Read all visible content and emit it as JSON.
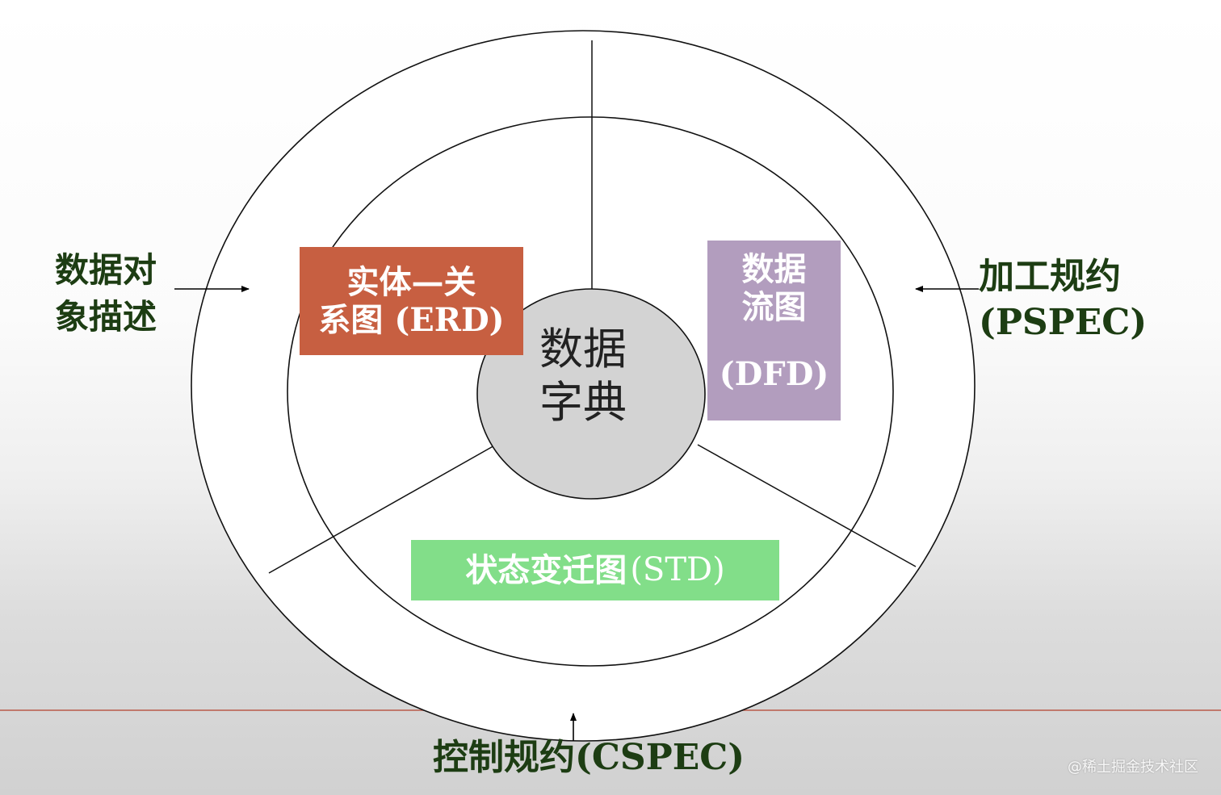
{
  "diagram": {
    "center": {
      "line1": "数据",
      "line2": "字典"
    },
    "inner_sections": {
      "erd": {
        "line1": "实体—关",
        "line2": "系图 (ERD)",
        "color": "#c75f41"
      },
      "dfd": {
        "line1": "数据",
        "line2": "流图",
        "line3": "(DFD)",
        "color": "#b29dbe"
      },
      "std": {
        "text": "状态变迁图",
        "abbr": "(STD)",
        "color": "#82de89"
      }
    },
    "outer_labels": {
      "left": {
        "line1": "数据对",
        "line2": "象描述"
      },
      "right": {
        "line1": "加工规约",
        "line2": "(PSPEC)"
      },
      "bottom": {
        "text": "控制规约(CSPEC)"
      }
    },
    "label_color": "#1d3d13",
    "center_fill": "#d3d3d3"
  },
  "watermark": "@稀土掘金技术社区"
}
